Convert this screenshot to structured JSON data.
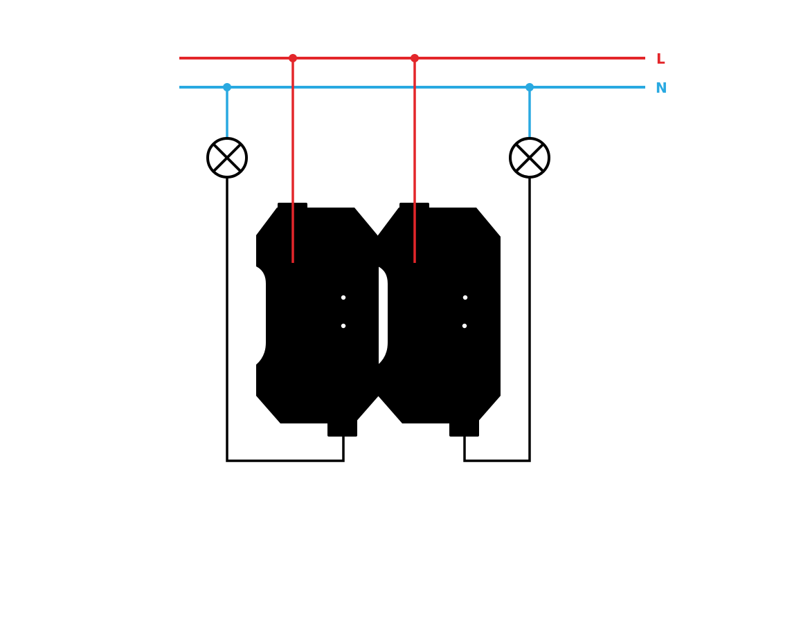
{
  "labels": {
    "line": "L",
    "neutral": "N"
  },
  "colors": {
    "line": "#e3262a",
    "neutral": "#29a9e1",
    "load": "#000000"
  },
  "components": {
    "lamps": [
      "lamp-left",
      "lamp-right"
    ],
    "switches": [
      "push-button-left",
      "push-button-right"
    ]
  }
}
